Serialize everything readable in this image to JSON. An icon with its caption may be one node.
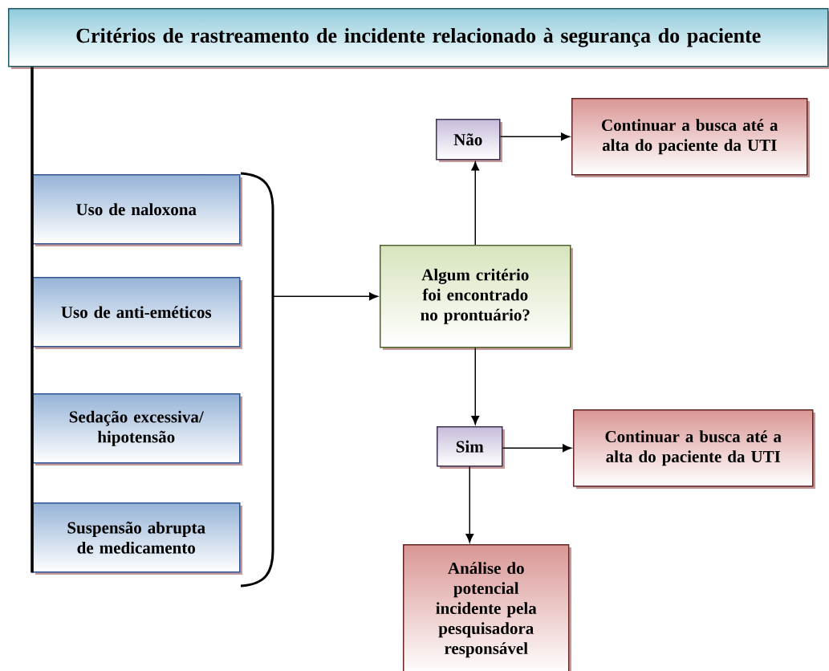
{
  "diagram": {
    "nodes": [
      {
        "text": [
          "Critérios de rastreamento de incidente relacionado à segurança do paciente"
        ]
      },
      {
        "text": [
          "Não"
        ]
      },
      {
        "text": [
          "Continuar a busca até a alta do paciente da UTI"
        ]
      },
      {
        "text": [
          "Uso de naloxona"
        ]
      },
      {
        "text": [
          "Uso de anti-eméticos"
        ]
      },
      {
        "text": [
          "Sedação excessiva/ hipotensão"
        ]
      },
      {
        "text": [
          "Suspensão abrupta de medicamento"
        ]
      },
      {
        "text": [
          "Algum critério foi encontrado no prontuário?"
        ]
      },
      {
        "text": [
          "Sim"
        ]
      },
      {
        "text": [
          "Continuar a busca até a alta do paciente da UTI"
        ]
      },
      {
        "text": [
          "Análise do potencial incidente pela pesquisadora responsável"
        ]
      },
      {
        "text": [],
        "shape": "bracket"
      }
    ],
    "edges": [
      {
        "from": 0,
        "to": 3,
        "arrow": "none",
        "style": "thick"
      },
      {
        "from": 0,
        "to": 4,
        "arrow": "none",
        "style": "thick"
      },
      {
        "from": 0,
        "to": 5,
        "arrow": "none",
        "style": "thick"
      },
      {
        "from": 0,
        "to": 6,
        "arrow": "none",
        "style": "thick"
      },
      {
        "from": 11,
        "to": 7,
        "arrow": "to"
      },
      {
        "from": 7,
        "to": 1,
        "arrow": "to"
      },
      {
        "from": 1,
        "to": 2,
        "arrow": "to"
      },
      {
        "from": 7,
        "to": 8,
        "arrow": "to"
      },
      {
        "from": 8,
        "to": 9,
        "arrow": "to"
      },
      {
        "from": 8,
        "to": 10,
        "arrow": "to"
      }
    ]
  }
}
